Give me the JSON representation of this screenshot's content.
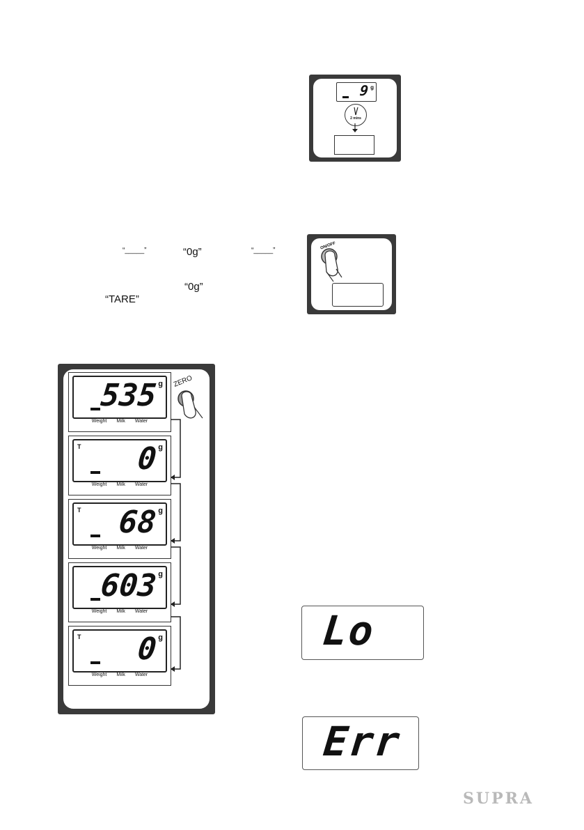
{
  "autooff": {
    "display_value": "9",
    "unit": "g",
    "timer_label": "2 mins"
  },
  "tare_text": {
    "q1": "“_____”",
    "q2": "“0g”",
    "q3": "“_____”",
    "q4": "“0g”",
    "q5": "“TARE”"
  },
  "onoff": {
    "button_label": "ON/OFF"
  },
  "zero_sequence": {
    "button_label": "ZERO",
    "mode_labels": [
      "Weight",
      "Milk",
      "Water"
    ],
    "panels": [
      {
        "tare_flag": "",
        "value": "535",
        "unit": "g"
      },
      {
        "tare_flag": "T",
        "value": "0",
        "unit": "g"
      },
      {
        "tare_flag": "T",
        "value": "68",
        "unit": "g"
      },
      {
        "tare_flag": "",
        "value": "603",
        "unit": "g"
      },
      {
        "tare_flag": "T",
        "value": "0",
        "unit": "g"
      }
    ]
  },
  "lo_display": "Lo",
  "err_display": "Err",
  "brand": "SUPRA"
}
